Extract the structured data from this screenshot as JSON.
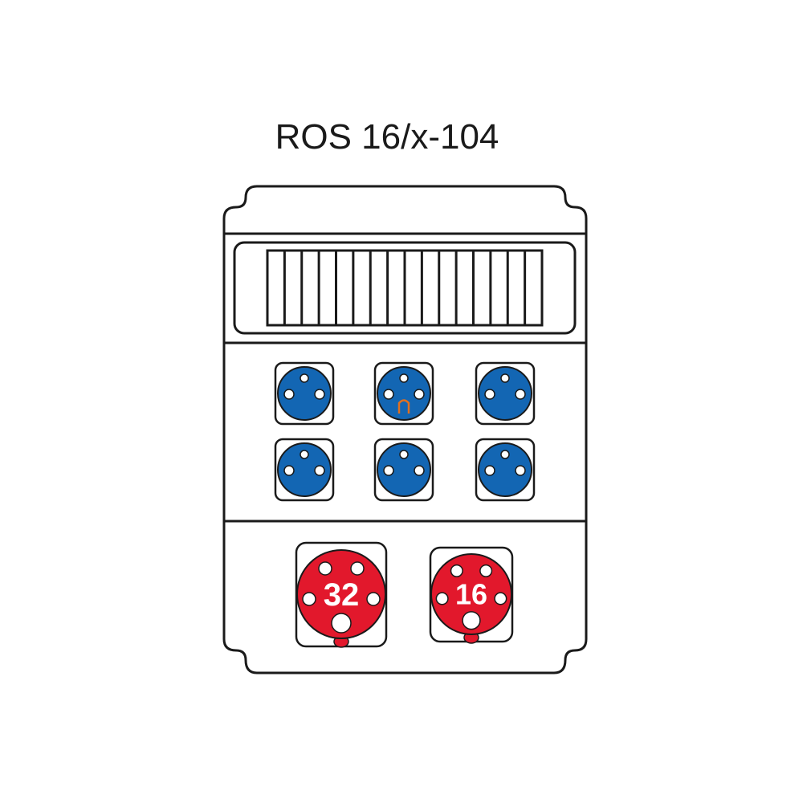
{
  "title": "ROS 16/x-104",
  "breaker_panel": {
    "module_slots": 16
  },
  "schuko_sockets": {
    "color": "#1366b3",
    "rows": 2,
    "columns": 3,
    "items": [
      {
        "earth_clip": false
      },
      {
        "earth_clip": true
      },
      {
        "earth_clip": false
      },
      {
        "earth_clip": false
      },
      {
        "earth_clip": false
      },
      {
        "earth_clip": false
      }
    ],
    "earth_clip_color": "#e0701f"
  },
  "cee_sockets": {
    "color": "#e2182c",
    "items": [
      {
        "label": "32"
      },
      {
        "label": "16"
      }
    ]
  }
}
